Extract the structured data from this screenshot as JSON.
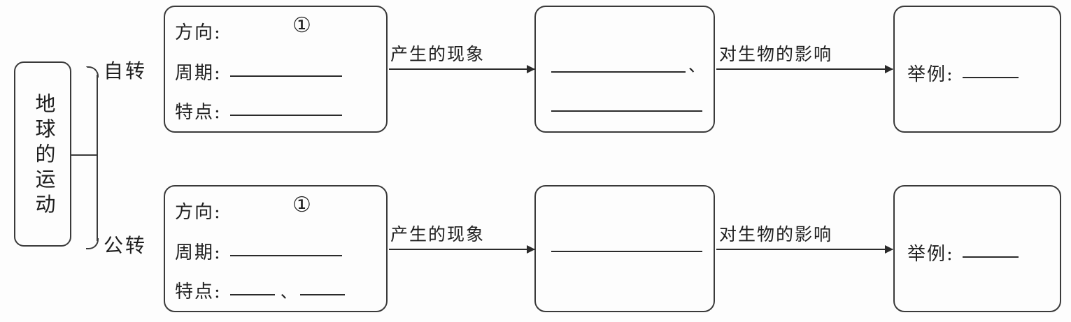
{
  "diagram": {
    "title": "地球的运动",
    "root": {
      "label": "地球的运动"
    },
    "branches": [
      {
        "label": "自转"
      },
      {
        "label": "公转"
      }
    ],
    "detail_boxes": [
      {
        "marker": "①",
        "rows": [
          {
            "label": "方向:",
            "blank": false
          },
          {
            "label": "周期:",
            "blank": true
          },
          {
            "label": "特点:",
            "blank": true
          }
        ]
      },
      {
        "marker": "①",
        "rows": [
          {
            "label": "方向:",
            "blank": false
          },
          {
            "label": "周期:",
            "blank": true
          },
          {
            "label": "特点:",
            "blank": true,
            "second_blank": true,
            "separator": "、"
          }
        ]
      }
    ],
    "phenomenon_boxes": [
      {
        "lines": 2,
        "separator": "、"
      },
      {
        "lines": 1,
        "separator": ""
      }
    ],
    "example_boxes": [
      {
        "label": "举例:"
      },
      {
        "label": "举例:"
      }
    ],
    "arrows": [
      {
        "label": "产生的现象"
      },
      {
        "label": "对生物的影响"
      },
      {
        "label": "产生的现象"
      },
      {
        "label": "对生物的影响"
      }
    ],
    "colors": {
      "ink": "#2b2b2b",
      "stroke": "#3a3a3a",
      "background": "#fdfdfd"
    }
  }
}
